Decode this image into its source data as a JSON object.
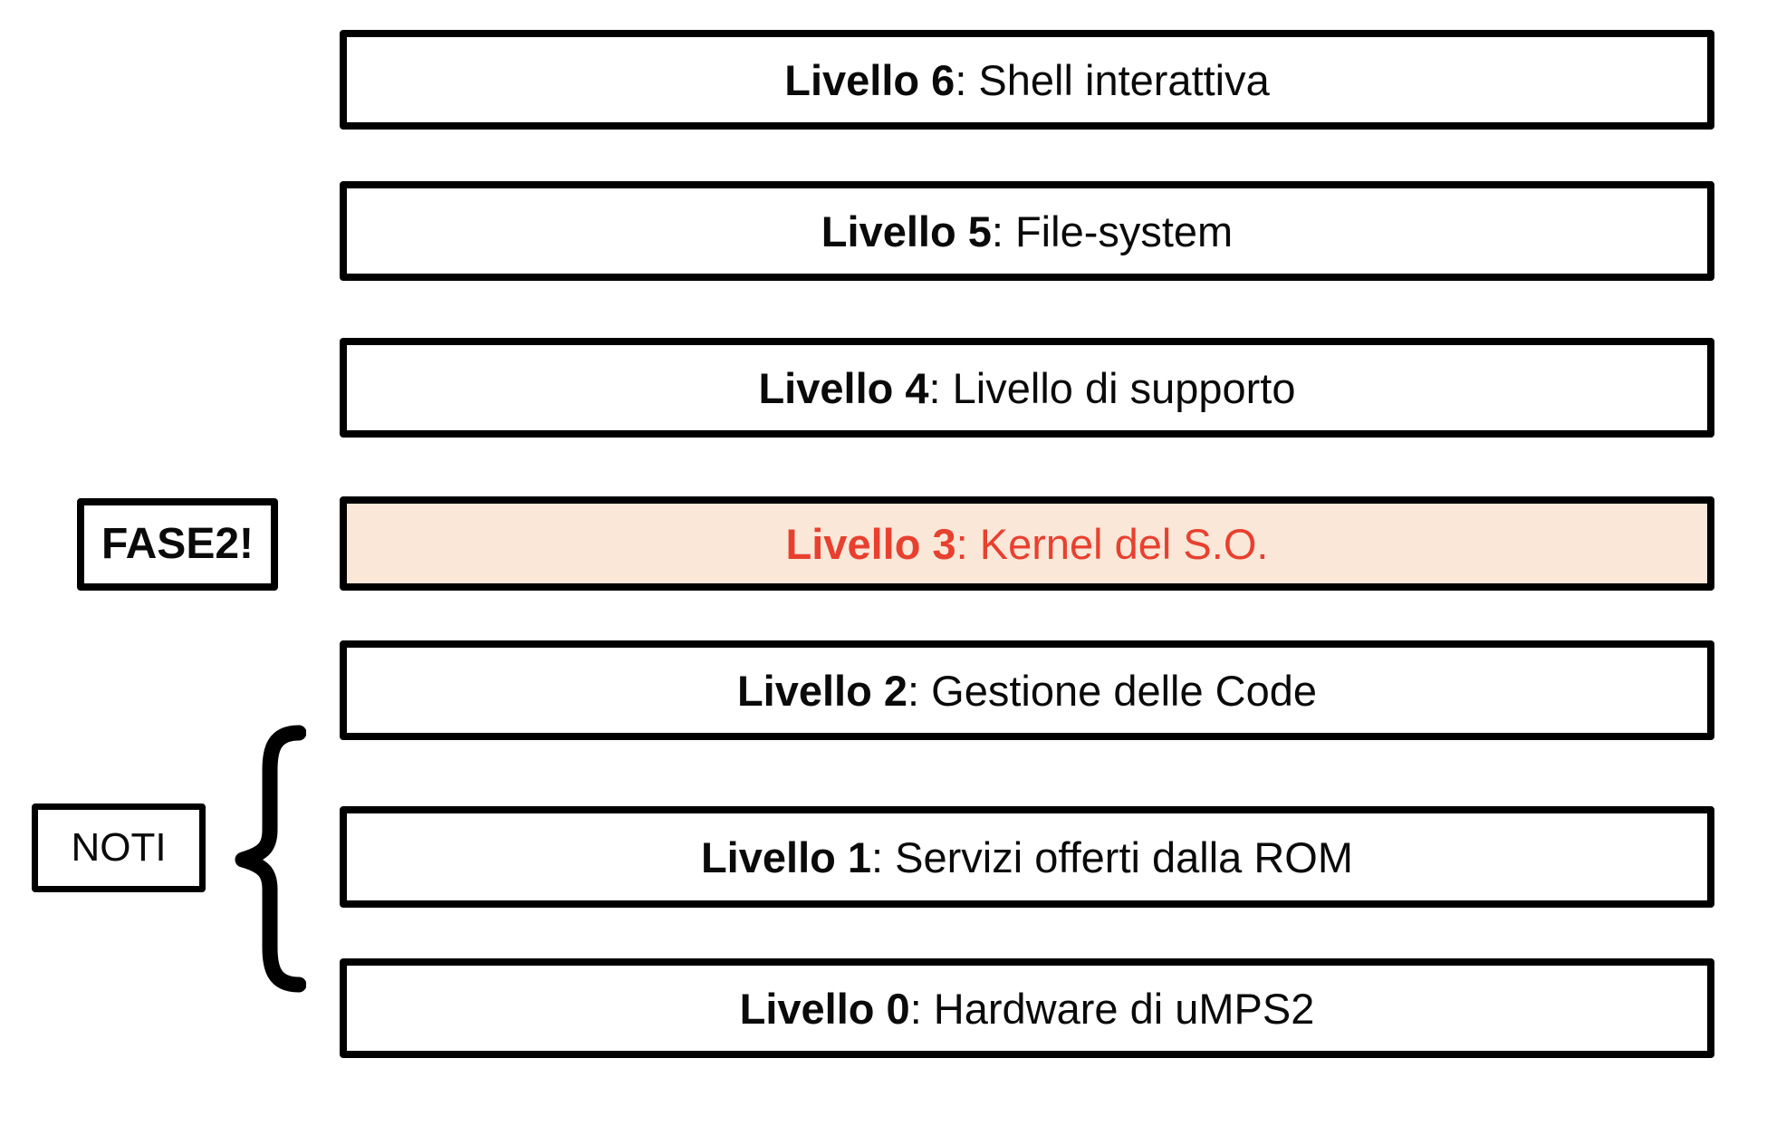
{
  "diagram": {
    "title_implicit": "Livelli del sistema operativo",
    "levels": [
      {
        "name": "Livello 6",
        "rest": ": Shell interattiva",
        "highlighted": false
      },
      {
        "name": "Livello 5",
        "rest": ": File-system",
        "highlighted": false
      },
      {
        "name": "Livello 4",
        "rest": ": Livello di supporto",
        "highlighted": false
      },
      {
        "name": "Livello 3",
        "rest": ": Kernel del S.O.",
        "highlighted": true
      },
      {
        "name": "Livello 2",
        "rest": ": Gestione delle Code",
        "highlighted": false
      },
      {
        "name": "Livello 1",
        "rest": ": Servizi offerti dalla ROM",
        "highlighted": false
      },
      {
        "name": "Livello 0",
        "rest": ": Hardware di uMPS2",
        "highlighted": false
      }
    ],
    "annotations": {
      "fase2_label": "FASE2!",
      "noti_label": "NOTI",
      "brace_glyph": "{"
    },
    "colors": {
      "highlight_bg": "#FAE7D8",
      "highlight_text": "#E8402F",
      "box_border": "#000000",
      "text": "#0A0A0A",
      "background": "#FFFFFF"
    }
  }
}
